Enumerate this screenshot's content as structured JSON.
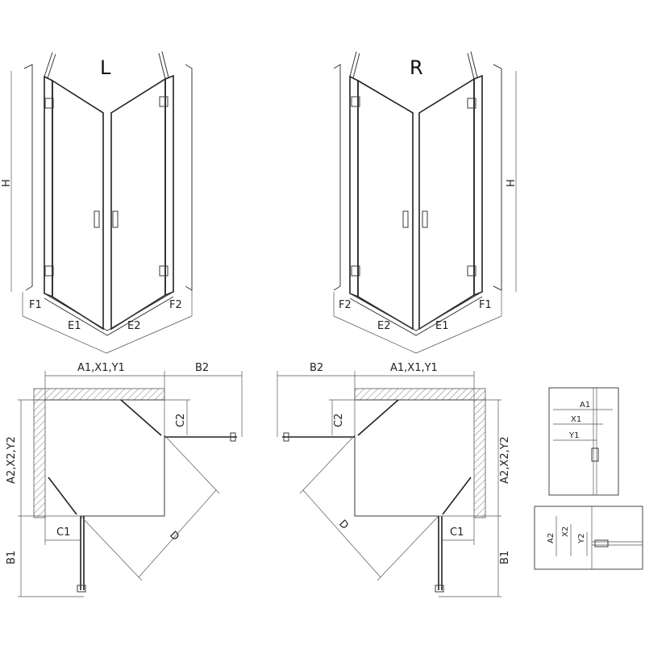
{
  "views": {
    "left_label": "L",
    "right_label": "R"
  },
  "labels": {
    "height": "H",
    "f1": "F1",
    "f2": "F2",
    "e1": "E1",
    "e2": "E2",
    "a1x1y1": "A1,X1,Y1",
    "a2x2y2": "A2,X2,Y2",
    "b1": "B1",
    "b2": "B2",
    "c1": "C1",
    "c2": "C2",
    "d": "D"
  },
  "detail_top": {
    "a1": "A1",
    "x1": "X1",
    "y1": "Y1"
  },
  "detail_bottom": {
    "a2": "A2",
    "x2": "X2",
    "y2": "Y2"
  }
}
